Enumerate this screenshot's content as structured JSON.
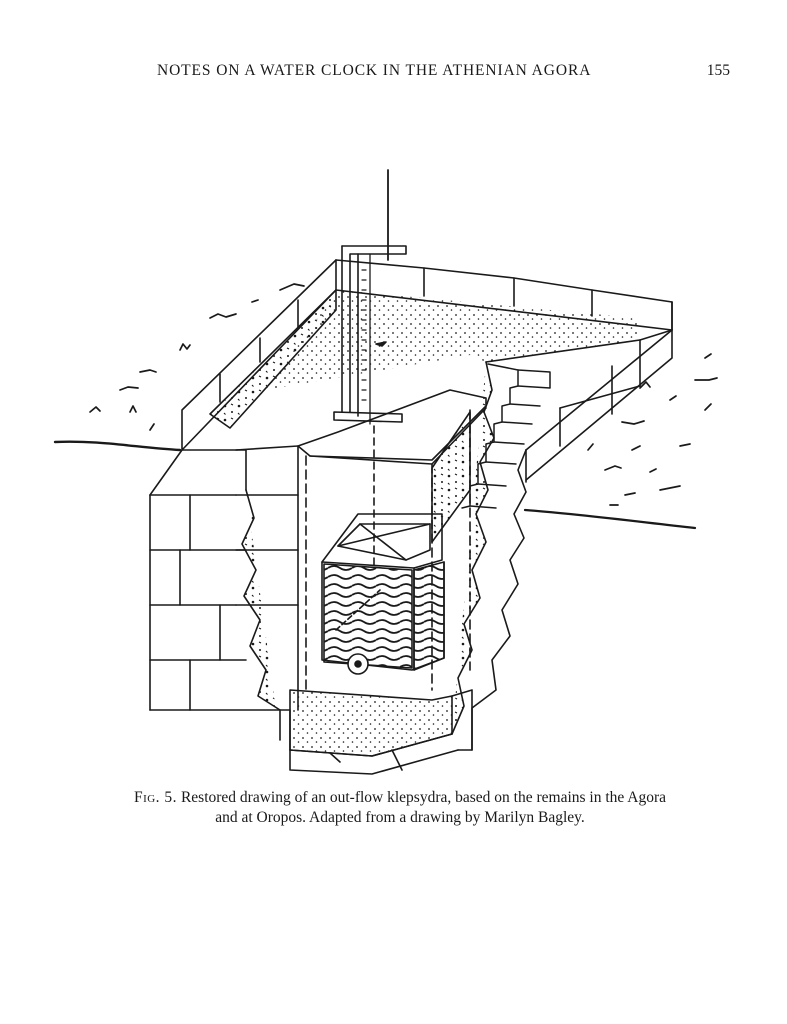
{
  "header": {
    "running_title": "NOTES ON A WATER CLOCK IN THE ATHENIAN AGORA",
    "page_number": "155"
  },
  "figure": {
    "label": "Fig. 5.",
    "caption_line1": "Restored drawing of an out-flow klepsydra, based on the remains in the Agora",
    "caption_line2": "and at Oropos. Adapted from a drawing by Marilyn Bagley."
  },
  "colors": {
    "ink": "#1a1a1a",
    "paper": "#ffffff"
  }
}
